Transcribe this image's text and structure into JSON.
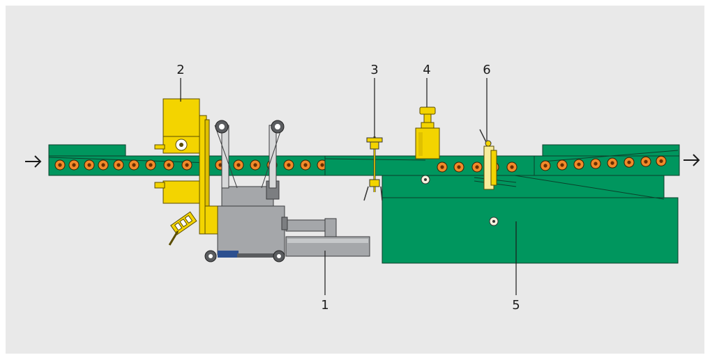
{
  "colors": {
    "background": "#e9e9e9",
    "green": "#00965e",
    "green_outline": "#0c3f2a",
    "roller_orange": "#f08a2a",
    "yellow": "#f3d400",
    "grey": "#a5a7aa",
    "dark_grey": "#5a5c5f",
    "label": "#1a1a1a"
  },
  "labels": {
    "l1": "1",
    "l2": "2",
    "l3": "3",
    "l4": "4",
    "l5": "5",
    "l6": "6"
  },
  "icons": {
    "in_arrow": "arrow-right-icon",
    "out_arrow": "arrow-right-icon"
  }
}
